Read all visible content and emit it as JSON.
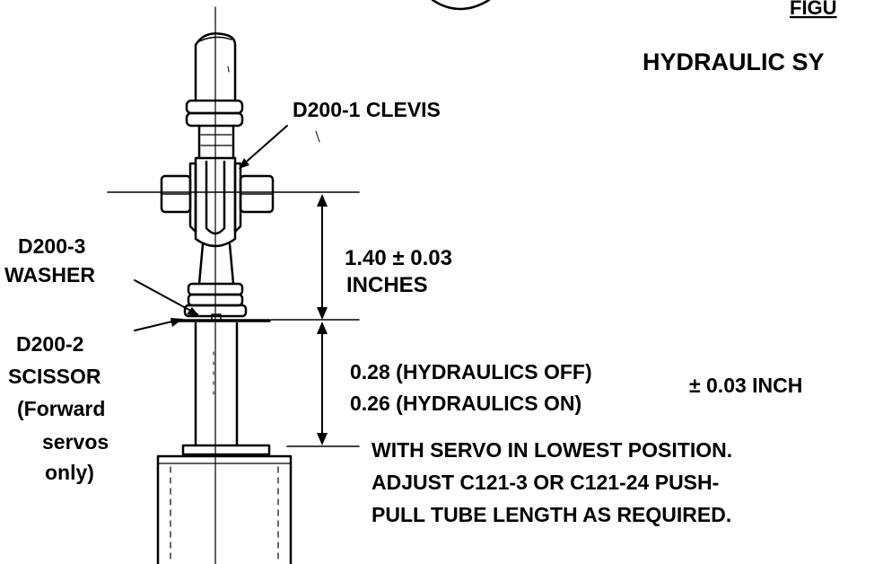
{
  "header": {
    "figure_label": "FIGU",
    "title": "HYDRAULIC SY"
  },
  "labels": {
    "clevis": "D200-1 CLEVIS",
    "washer_part": "D200-3",
    "washer_name": "WASHER",
    "scissor_part": "D200-2",
    "scissor_name": "SCISSOR",
    "scissor_note_1": "(Forward",
    "scissor_note_2": "servos",
    "scissor_note_3": "only)"
  },
  "dimensions": {
    "upper_value": "1.40 ± 0.03",
    "upper_unit": "INCHES",
    "lower_off": "0.28 (HYDRAULICS OFF)",
    "lower_on": "0.26 (HYDRAULICS ON)",
    "lower_tolerance": "± 0.03 INCH"
  },
  "notes": {
    "line1": "WITH SERVO IN LOWEST POSITION.",
    "line2": "ADJUST C121-3 OR C121-24 PUSH-",
    "line3": "PULL TUBE LENGTH AS REQUIRED."
  }
}
